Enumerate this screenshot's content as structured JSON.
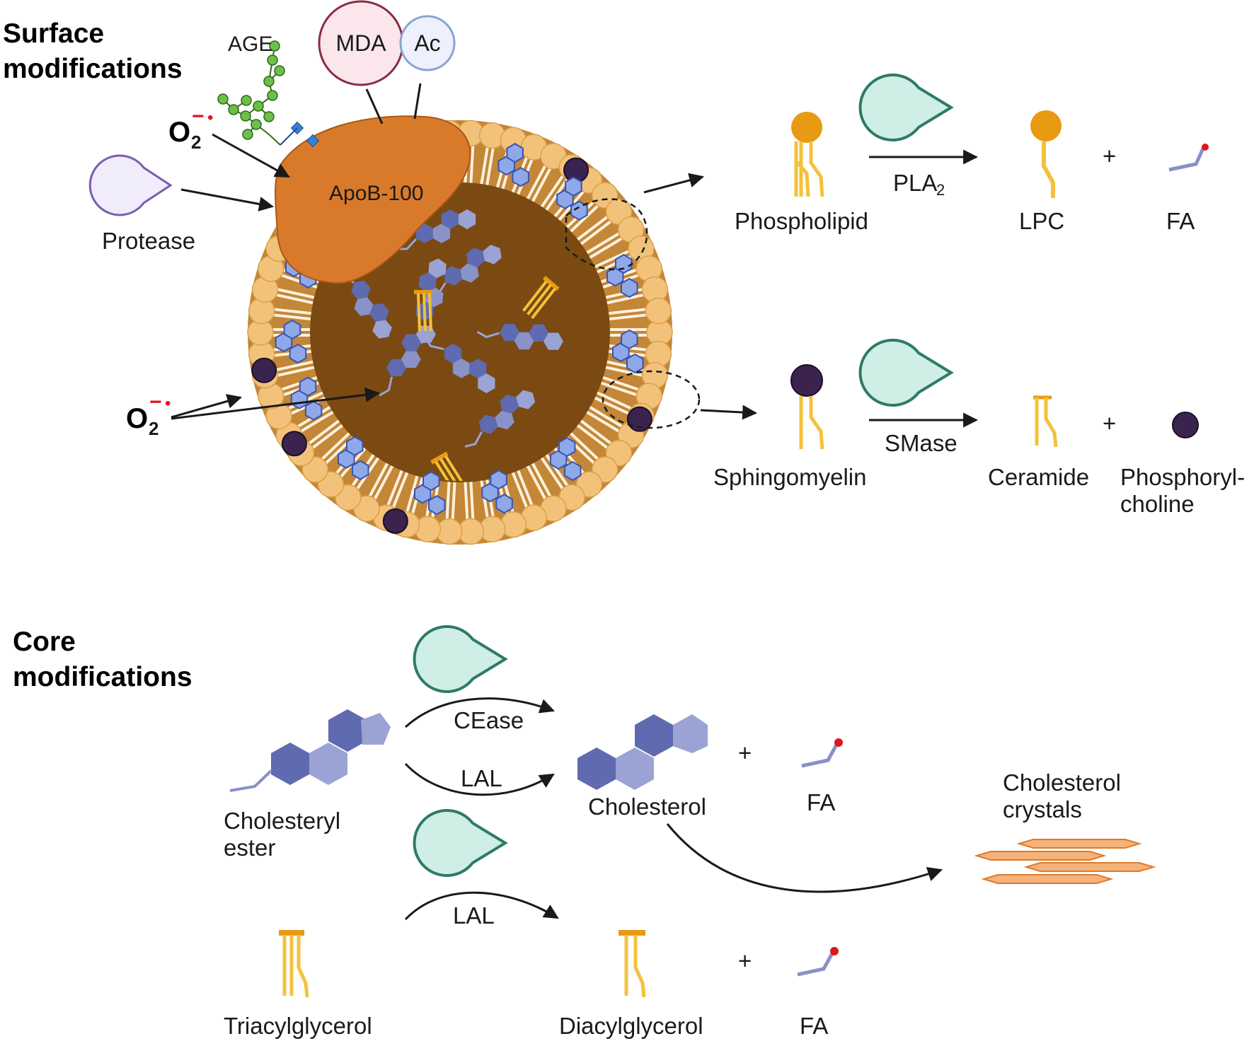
{
  "sections": {
    "surface": [
      "Surface",
      "modifications"
    ],
    "core": [
      "Core",
      "modifications"
    ]
  },
  "particle": {
    "protein_label": "ApoB-100",
    "glycation_label": "AGE",
    "mda_label": "MDA",
    "acetyl_label": "Ac",
    "protease_label": "Protease",
    "superoxide": {
      "base": "O",
      "sub": "2",
      "sup": "−",
      "dot": "•"
    }
  },
  "surface_reactions": {
    "pla2": {
      "substrate": "Phospholipid",
      "enzyme": "PLA",
      "enzyme_sub": "2",
      "product1": "LPC",
      "plus": "+",
      "product2": "FA"
    },
    "smase": {
      "substrate": "Sphingomyelin",
      "enzyme": "SMase",
      "product1": "Ceramide",
      "plus": "+",
      "product2": [
        "Phosphoryl-",
        "choline"
      ]
    }
  },
  "core_reactions": {
    "cholesteryl_ester": [
      "Cholesteryl",
      "ester"
    ],
    "cease": "CEase",
    "lal_top": "LAL",
    "cholesterol": "Cholesterol",
    "plus_top": "+",
    "fa_top": "FA",
    "crystals": [
      "Cholesterol",
      "crystals"
    ],
    "triacylglycerol": "Triacylglycerol",
    "lal_bottom": "LAL",
    "diacylglycerol": "Diacylglycerol",
    "plus_bottom": "+",
    "fa_bottom": "FA"
  },
  "colors": {
    "apob": "#d97a2b",
    "core": "#7a4a12",
    "phospholipid_head": "#f3c27a",
    "cholesterol_ring": "#8fa8e8",
    "ester_dark": "#5f6ab0",
    "ester_light": "#9aa3d4",
    "sphingomyelin_head": "#3b2350",
    "enzyme_fill": "#cfeee6",
    "enzyme_stroke": "#2f7a68",
    "protease_fill": "#f1ecfb",
    "protease_stroke": "#7a5cb0",
    "mda_stroke": "#8a2b45",
    "ac_stroke": "#8aa3d0",
    "tail_yellow": "#f3c23a",
    "lpc_head": "#e89a12",
    "crystal": "#f5b27a"
  }
}
